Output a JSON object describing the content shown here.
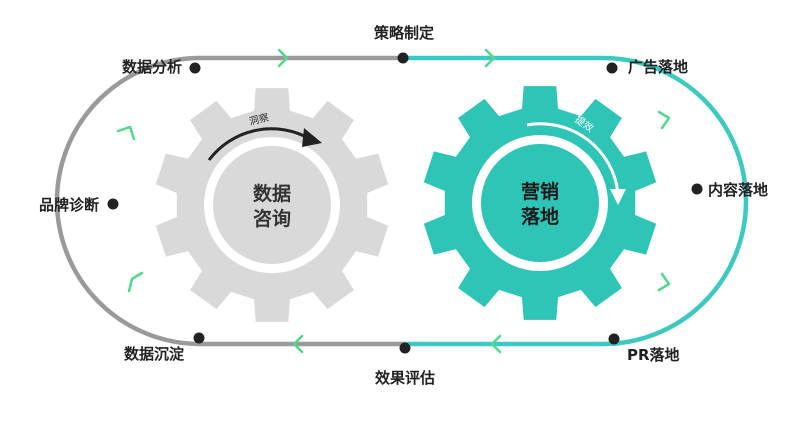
{
  "nodes": [
    {
      "id": "strategy",
      "label": "策略制定"
    },
    {
      "id": "ad",
      "label": "广告落地"
    },
    {
      "id": "content",
      "label": "内容落地"
    },
    {
      "id": "pr",
      "label": "PR落地"
    },
    {
      "id": "eval",
      "label": "效果评估"
    },
    {
      "id": "deposit",
      "label": "数据沉淀"
    },
    {
      "id": "diagnosis",
      "label": "品牌诊断"
    },
    {
      "id": "analysis",
      "label": "数据分析"
    }
  ],
  "left_gear": {
    "line1": "数据",
    "line2": "咨询",
    "arc_label": "洞察",
    "color": "#d9d9d9",
    "text_color": "#333333"
  },
  "right_gear": {
    "line1": "营销",
    "line2": "落地",
    "arc_label": "提效",
    "color": "#2ec4b6",
    "text_color": "#1a1a1a"
  },
  "colors": {
    "track_gray": "#9a9a9a",
    "track_teal": "#3cc9bf",
    "chevron": "#55d68c",
    "dot": "#222222"
  }
}
